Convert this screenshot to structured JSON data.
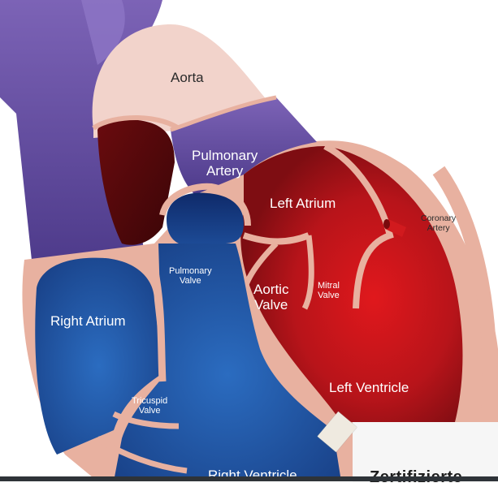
{
  "labels": {
    "aorta": "Aorta",
    "pulmonary_artery": [
      "Pulmonary",
      "Artery"
    ],
    "left_atrium": "Left Atrium",
    "coronary_artery": [
      "Coronary",
      "Artery"
    ],
    "pulmonary_valve": [
      "Pulmonary",
      "Valve"
    ],
    "aortic_valve": [
      "Aortic",
      "Valve"
    ],
    "mitral_valve": [
      "Mitral",
      "Valve"
    ],
    "right_atrium": "Right Atrium",
    "tricuspid_valve": [
      "Tricuspid",
      "Valve"
    ],
    "left_ventricle": "Left Ventricle",
    "right_ventricle": "Right Ventricle"
  },
  "overlay": {
    "caption_fragment": "Zertifizierte"
  },
  "colors": {
    "tissue": "#e8b1a0",
    "aorta": "#f2d3cb",
    "deoxygenated_blue": "#1f4f9a",
    "oxygenated_red": "#b01318",
    "pulmonary_purple": "#5b3f97"
  }
}
